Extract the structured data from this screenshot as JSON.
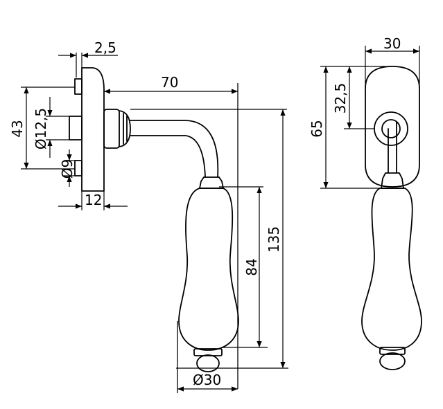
{
  "dimensions": {
    "rosette_thickness": "2,5",
    "handle_reach": "70",
    "rosette_width": "30",
    "spindle_offset": "32,5",
    "rosette_height": "65",
    "rosette_outer_height": "43",
    "shaft_diameter": "Ø12,5",
    "pin_diameter": "Ø9",
    "base_depth": "12",
    "grip_length": "84",
    "total_length": "135",
    "grip_diameter": "Ø30"
  }
}
